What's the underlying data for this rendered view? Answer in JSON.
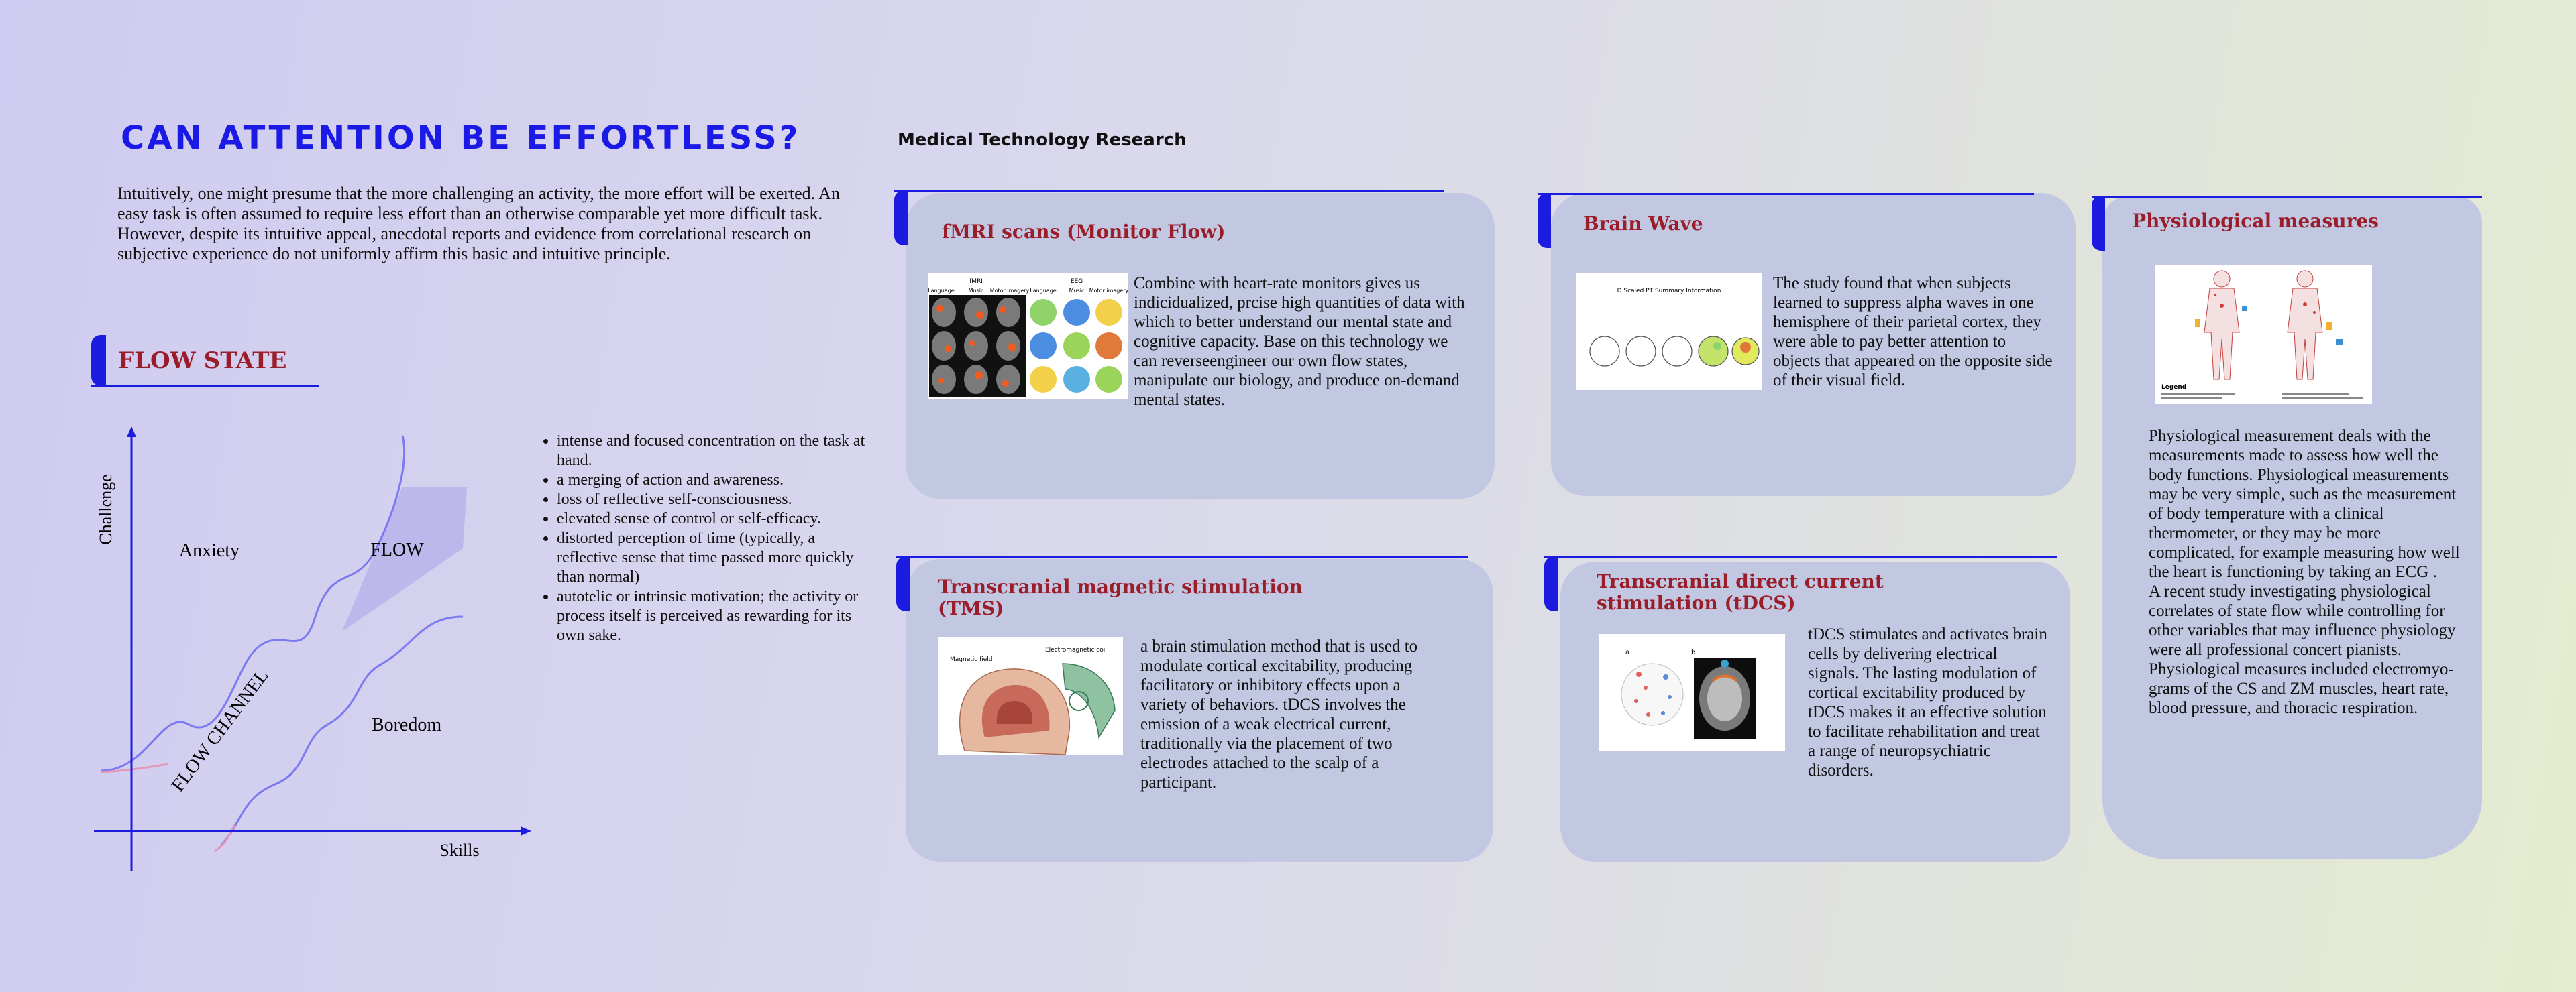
{
  "title": "CAN ATTENTION BE EFFORTLESS?",
  "intro": "Intuitively, one might presume that the more challenging an activity, the more effort will be exerted. An easy task is often assumed to require less effort than an otherwise comparable yet more difficult task. However, despite its intuitive appeal, anecdotal reports and evidence from correlational research on subjective experience do not uniformly affirm this basic and intuitive principle.",
  "flow_state": {
    "heading": "FLOW STATE",
    "diagram": {
      "y_axis": "Challenge",
      "x_axis": "Skills",
      "anxiety": "Anxiety",
      "flow": "FLOW",
      "boredom": "Boredom",
      "channel": "FLOW CHANNEL"
    },
    "bullets": [
      "intense and focused concentration on the task at hand.",
      "a merging of action and awareness.",
      "loss of reflective self-consciousness.",
      "elevated sense of control or self-efficacy.",
      "distorted perception of time (typically, a reflective sense that time passed more quickly than normal)",
      "autotelic or intrinsic motivation;  the activity or process itself is perceived as rewarding for its own sake."
    ]
  },
  "section_header": "Medical Technology Research",
  "cards": {
    "fmri": {
      "title": "fMRI scans (Monitor Flow)",
      "text": "Combine with heart-rate monitors gives us indicidualized, prcise high quantities of data with which to better understand our mental state and cognitive capacity. Base on this technology we can reverseengineer our own flow states, manipulate our biology, and produce on-demand mental states.",
      "img_labels": [
        "fMRI",
        "EEG",
        "Language",
        "Music",
        "Motor imagery",
        "Language",
        "Music",
        "Motor imagery"
      ]
    },
    "brainwave": {
      "title": "Brain Wave",
      "text": "The study found that when subjects learned to suppress alpha waves in one hemisphere of their parietal cortex, they were able to pay better attention to objects that appeared on the opposite side of their visual field.",
      "img_caption": "D Scaled PT Summary Information"
    },
    "physio": {
      "title": "Physiological  measures",
      "text": "Physiological measurement deals with the measurements made to assess how well the body functions. Physiological measurements may be very simple, such as the measurement of body temperature with a clinical thermometer, or they may be more complicated, for example measuring how well the heart is functioning by taking an ECG .\nA recent study  investigating physiological correlates of state flow while controlling for other variables that may influence physiology were all professional concert pianists.  Physiological measures included electromyo- grams of the CS and ZM muscles, heart rate, blood pressure, and thoracic respiration.",
      "img_label": "Legend"
    },
    "tms": {
      "title": "Transcranial magnetic stimulation (TMS)",
      "text": "a brain stimulation method that is used to modulate cortical excitability, producing facilitatory or inhibitory effects upon a variety of behaviors. tDCS involves the emission of a weak electrical current, traditionally via the placement of two electrodes attached to the scalp of a participant.",
      "img_labels": [
        "Magnetic field",
        "Electromagnetic coil"
      ]
    },
    "tdcs": {
      "title": "Transcranial direct current stimulation (tDCS)",
      "text": "tDCS stimulates and activates brain cells by delivering electrical signals. The lasting modulation of cortical excitability produced by tDCS makes it an effective solution to facilitate rehabilitation and treat a range of neuropsychiatric disorders.",
      "img_labels": [
        "a",
        "b"
      ]
    }
  },
  "colors": {
    "title_blue": "#1a19e6",
    "accent_blue": "#1c1ce0",
    "heading_red": "#9b1d2a",
    "card_bg": "#c3c8e2",
    "flow_fill": "#b9b5ea",
    "curve": "#7b7af0",
    "curve_pink": "#e19ab9",
    "arrow_red": "#b2203a"
  }
}
